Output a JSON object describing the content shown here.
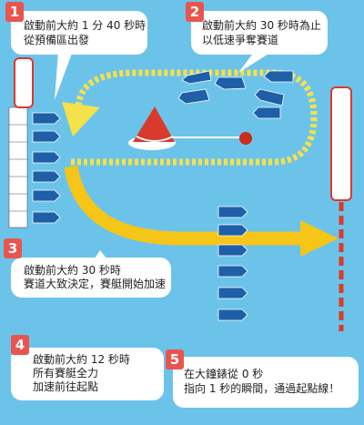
{
  "colors": {
    "water": "#6cc3ea",
    "boat": "#1f5fa8",
    "arrow": "#f5c518",
    "buoy": "#d93a2b",
    "number_badge": "#e9554e",
    "callout_bg": "#ffffff"
  },
  "steps": [
    {
      "number": "1",
      "lines": [
        "啟動前大約 1 分 40 秒時",
        "從預備區出發"
      ]
    },
    {
      "number": "2",
      "lines": [
        "啟動前大約 30 秒時為止",
        "以低速爭奪賽道"
      ]
    },
    {
      "number": "3",
      "lines": [
        "啟動前大約 30 秒時",
        "賽道大致決定，賽艇開始加速"
      ]
    },
    {
      "number": "4",
      "lines": [
        "啟動前大約 12 秒時",
        "所有賽艇全力",
        "加速前往起點"
      ]
    },
    {
      "number": "5",
      "lines": [
        "在大鐘錶從 0 秒",
        "指向 1 秒的瞬間，通過起點線！"
      ]
    }
  ],
  "icons": {
    "boats": "boat-icon",
    "buoy": "buoy-icon",
    "ball": "red-ball-icon",
    "clock": "big-clock-icon"
  }
}
